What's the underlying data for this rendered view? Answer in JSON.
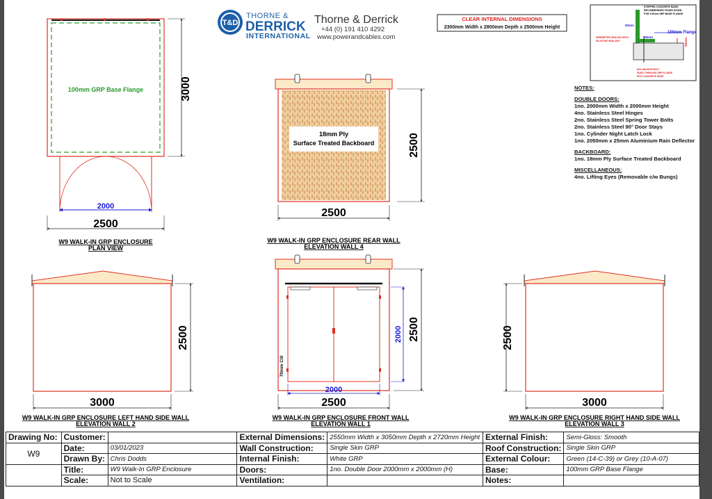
{
  "header": {
    "logo_mark": "T&D",
    "logo_line1": "THORNE &",
    "logo_line2": "DERRICK",
    "logo_line3": "INTERNATIONAL",
    "company": "Thorne & Derrick",
    "phone": "+44 (0) 191 410 4292",
    "website": "www.powerandcables.com"
  },
  "clear_dims": {
    "title": "CLEAR INTERNAL DIMENSIONS",
    "value": "2300mm Width x 2800mm Depth x 2500mm Height"
  },
  "detail": {
    "note_top1": "STEPPED CONCRETE BASE:",
    "note_top2": "RECOMMENDED FIXING DOWN",
    "note_top3": "FOR 100mm GRP BASE FLANGE",
    "dim_50": "50mm",
    "dim_25": "25mm",
    "dim_50b": "50mm",
    "flange": "100mm Flange",
    "sealant1": "PERIMETER SEALED WITH",
    "sealant2": "SILICONE SEALANT",
    "bolt1": "M10 ANCHOR BOLT",
    "bolt2": "FIXED THROUGH GRP FLANGE",
    "bolt3": "INTO CONCRETE BASE"
  },
  "plan": {
    "flange_label": "100mm GRP Base Flange",
    "dim_depth": "3000",
    "dim_door": "2000",
    "dim_width": "2500",
    "title1": "W9 WALK-IN GRP ENCLOSURE",
    "title2": "PLAN VIEW"
  },
  "rear": {
    "board_line1": "18mm Ply",
    "board_line2": "Surface Treated Backboard",
    "dim_height": "2500",
    "dim_width": "2500",
    "title1": "W9 WALK-IN GRP ENCLOSURE REAR WALL",
    "title2": "ELEVATION WALL 4"
  },
  "left": {
    "dim_height": "2500",
    "dim_width": "3000",
    "title1": "W9 WALK-IN GRP ENCLOSURE LEFT HAND SIDE WALL",
    "title2": "ELEVATION WALL 2"
  },
  "front": {
    "door_height": "2000",
    "dim_height": "2500",
    "dim_door": "2000",
    "dim_width": "2500",
    "cill": "70mm Cill",
    "title1": "W9 WALK-IN GRP ENCLOSURE FRONT WALL",
    "title2": "ELEVATION WALL 1"
  },
  "right": {
    "dim_height": "2500",
    "dim_width": "3000",
    "title1": "W9 WALK-IN GRP ENCLOSURE RIGHT HAND SIDE WALL",
    "title2": "ELEVATION WALL 3"
  },
  "notes": {
    "heading": "NOTES:",
    "doors_heading": "DOUBLE DOORS:",
    "doors": [
      "1no. 2000mm Width x 2000mm Height",
      "4no. Stainless Steel Hinges",
      "2no. Stainless Steel Spring Tower Bolts",
      "2no. Stainless Steel 90° Door Stays",
      "1no. Cylinder Night Latch Lock",
      "1no. 2050mm x 25mm Aluminium Rain Deflector"
    ],
    "backboard_heading": "BACKBOARD:",
    "backboard": [
      "1no. 18mm Ply Surface Treated Backboard"
    ],
    "misc_heading": "MISCELLANEOUS:",
    "misc": [
      "4no. Lifting Eyes (Removable c/w Bungs)"
    ]
  },
  "title_block": {
    "drawing_no_label": "Drawing No:",
    "drawing_no": "W9",
    "customer_label": "Customer:",
    "customer": "",
    "date_label": "Date:",
    "date": "03/01/2023",
    "drawn_label": "Drawn By:",
    "drawn": "Chris Dodds",
    "title_label": "Title:",
    "title": "W9 Walk-In GRP Enclosure",
    "scale_label": "Scale:",
    "scale": "Not to Scale",
    "ext_dims_label": "External Dimensions:",
    "ext_dims": "2550mm Width x 3050mm Depth x 2720mm Height",
    "wall_label": "Wall Construction:",
    "wall": "Single Skin GRP",
    "int_finish_label": "Internal Finish:",
    "int_finish": "White GRP",
    "doors_label": "Doors:",
    "doors": "1no. Double Door 2000mm x 2000mm (H)",
    "vent_label": "Ventilation:",
    "vent": "",
    "ext_finish_label": "External Finish:",
    "ext_finish": "Semi-Gloss: Smooth",
    "roof_label": "Roof Construction:",
    "roof": "Single Skin GRP",
    "ext_colour_label": "External Colour:",
    "ext_colour": "Green (14-C-39) or Grey (10-A-07)",
    "base_label": "Base:",
    "base": "100mm GRP Base Flange",
    "notes_label": "Notes:",
    "notes": ""
  },
  "colors": {
    "outline": "#e03020",
    "flange": "#2a9a2a",
    "dim_blue": "#1a1ad8",
    "ply": "#d9a66b",
    "logo_blue": "#1d5fa8"
  }
}
